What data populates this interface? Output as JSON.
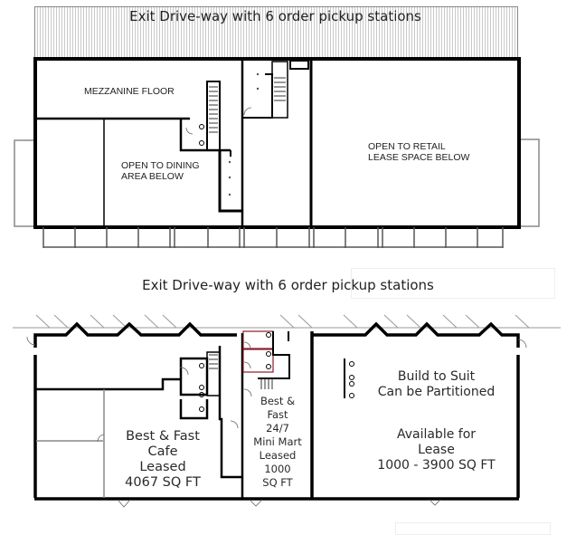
{
  "upper_plan": {
    "driveway_label": "Exit Drive-way with 6 order pickup stations",
    "rooms": {
      "mezzanine": "MEZZANINE FLOOR",
      "dining_open": [
        "OPEN TO DINING",
        "AREA BELOW"
      ],
      "retail_open": [
        "OPEN TO RETAIL",
        "LEASE SPACE BELOW"
      ]
    }
  },
  "lower_plan": {
    "driveway_label": "Exit Drive-way with 6 order pickup stations",
    "units": {
      "cafe": {
        "lines": [
          "Best & Fast",
          "Cafe",
          "Leased",
          "4067 SQ FT"
        ]
      },
      "mini_mart": {
        "lines": [
          "Best &",
          "Fast",
          "24/7",
          "Mini Mart",
          "Leased",
          "1000",
          "SQ FT"
        ]
      },
      "retail": {
        "headline": [
          "Build to Suit",
          "Can be Partitioned"
        ],
        "availability": [
          "Available for",
          "Lease"
        ],
        "size_min": "1000",
        "size_sep": " - ",
        "size_max": "3900",
        "size_unit": " SQ FT"
      }
    }
  },
  "colors": {
    "wall": "#000000",
    "thin_line": "#999999",
    "text": "#2a2a2a",
    "restroom_accent": "#8b1a2b"
  }
}
